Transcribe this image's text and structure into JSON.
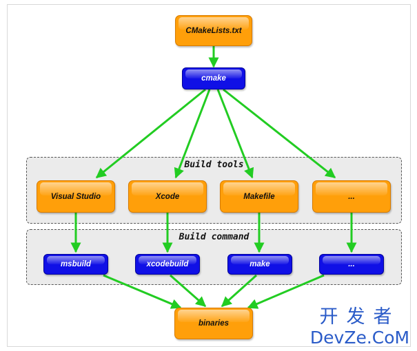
{
  "nodes": {
    "cmakelists": "CMakeLists.txt",
    "cmake": "cmake",
    "binaries": "binaries"
  },
  "groups": {
    "build_tools": {
      "title": "Build tools",
      "items": [
        "Visual Studio",
        "Xcode",
        "Makefile",
        "..."
      ]
    },
    "build_command": {
      "title": "Build command",
      "items": [
        "msbuild",
        "xcodebuild",
        "make",
        "..."
      ]
    }
  },
  "edges": [
    [
      "CMakeLists.txt",
      "cmake"
    ],
    [
      "cmake",
      "Visual Studio"
    ],
    [
      "cmake",
      "Xcode"
    ],
    [
      "cmake",
      "Makefile"
    ],
    [
      "cmake",
      "..."
    ],
    [
      "Visual Studio",
      "msbuild"
    ],
    [
      "Xcode",
      "xcodebuild"
    ],
    [
      "Makefile",
      "make"
    ],
    [
      "...",
      "..."
    ],
    [
      "msbuild",
      "binaries"
    ],
    [
      "xcodebuild",
      "binaries"
    ],
    [
      "make",
      "binaries"
    ],
    [
      "...",
      "binaries"
    ]
  ],
  "colors": {
    "file_node": "#ff9f0a",
    "tool_node": "#ff9f0a",
    "command_node": "#1010e6",
    "arrow": "#22cc22",
    "group_background": "#ebebeb"
  },
  "watermark": {
    "chinese": "开发者",
    "latin": "DevZe.CoM"
  }
}
